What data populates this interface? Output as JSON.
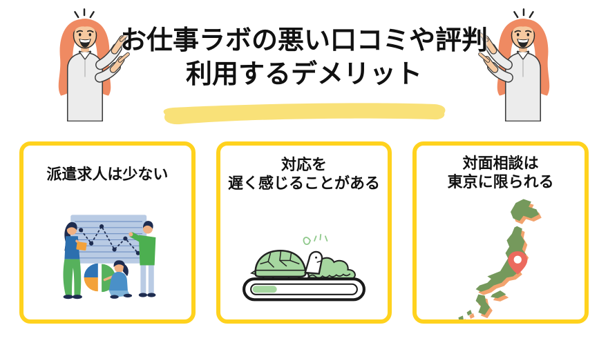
{
  "page": {
    "background": "#ffffff"
  },
  "header": {
    "title_line1": "お仕事ラボの悪い口コミや評判",
    "title_line2": "利用するデメリット",
    "text_color": "#111111",
    "highlight_color": "#f9e178",
    "decorations": [
      "pointing-woman-left",
      "pointing-woman-right"
    ]
  },
  "cards": [
    {
      "title_lines": [
        "派遣求人は少ない"
      ],
      "illustration": "team-analyzing-charts"
    },
    {
      "title_lines": [
        "対応を",
        "遅く感じることがある"
      ],
      "illustration": "turtle-on-loading-bar"
    },
    {
      "title_lines": [
        "対面相談は",
        "東京に限られる"
      ],
      "illustration": "japan-map-with-tokyo-pin"
    }
  ],
  "colors": {
    "card_border": "#ffd21e",
    "highlight": "#f9e178",
    "illustration_green": "#a6d7a0",
    "map_green": "#75995c",
    "map_shadow_orange": "#f2a36e",
    "pin_red": "#ec6a5e",
    "hair_orange": "#ef8a62",
    "navy": "#1e2c50",
    "board_blue": "#b9cbe4",
    "pie_blue": "#2f74b5",
    "pie_orange": "#f3a23a",
    "pie_green": "#56b15c"
  }
}
